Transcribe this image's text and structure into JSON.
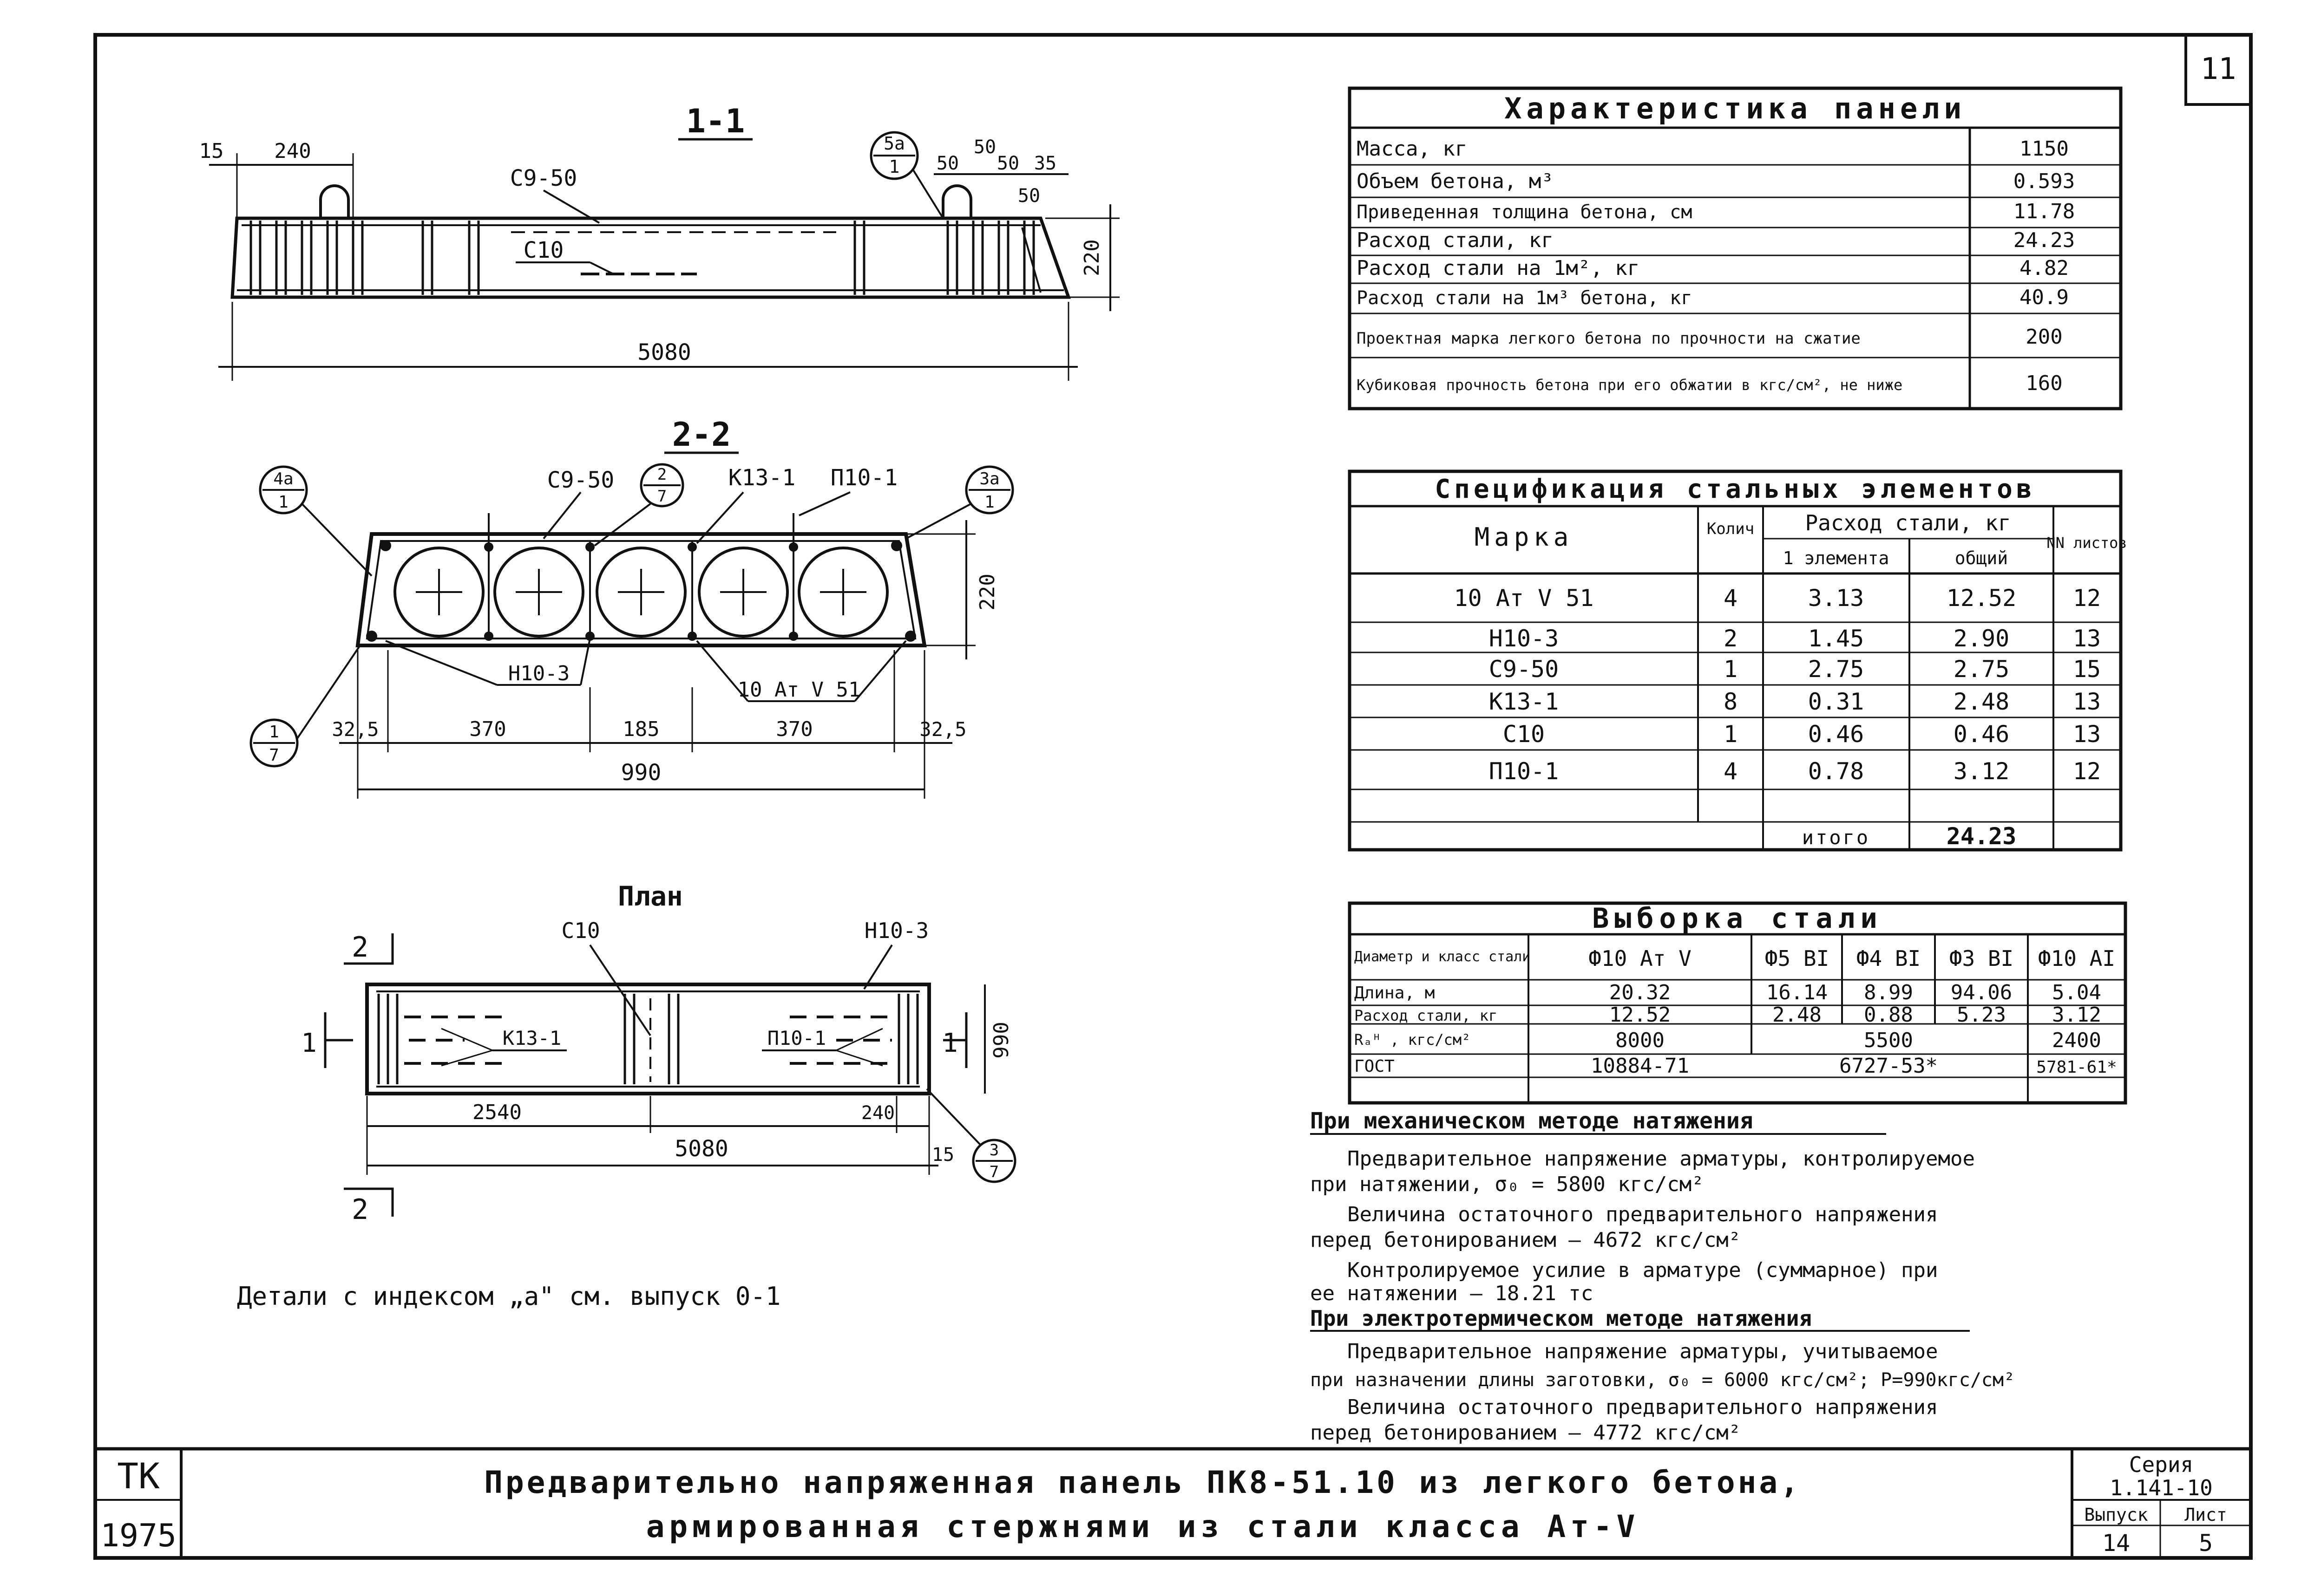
{
  "sheet_number": "11",
  "drawings": {
    "section_1": {
      "title": "1-1",
      "dims": {
        "d15": "15",
        "d240": "240",
        "d50a": "50",
        "d50b": "50",
        "d50c": "50",
        "d35": "35",
        "d50d": "50",
        "d220": "220",
        "d5080": "5080"
      },
      "callout": {
        "top": "5a",
        "bottom": "1"
      },
      "labels": {
        "c950": "С9-50",
        "c10": "С10"
      }
    },
    "section_2": {
      "title": "2-2",
      "labels": {
        "c950": "С9-50",
        "k131": "К13-1",
        "p101": "П10-1",
        "h103": "Н10-3",
        "rebar": "10 Ат V 51"
      },
      "callouts": {
        "c4a_top": "4а",
        "c4a_bot": "1",
        "c2_top": "2",
        "c2_bot": "7",
        "c3a_top": "3а",
        "c3a_bot": "1",
        "c1_top": "1",
        "c1_bot": "7"
      },
      "dims": {
        "d325a": "32,5",
        "d370a": "370",
        "d185": "185",
        "d370b": "370",
        "d325b": "32,5",
        "d990": "990",
        "d220": "220"
      }
    },
    "plan": {
      "title": "План",
      "labels": {
        "c10": "С10",
        "h103": "Н10-3",
        "k131": "К13-1",
        "p101": "П10-1"
      },
      "marks": {
        "cut2": "2",
        "cut1": "1"
      },
      "dims": {
        "d2540": "2540",
        "d240": "240",
        "d5080": "5080",
        "d15": "15",
        "d990": "990"
      },
      "callout": {
        "top": "3",
        "bottom": "7"
      }
    },
    "details_note": "Детали с индексом „а\" см. выпуск 0-1"
  },
  "characteristics": {
    "title": "Характеристика панели",
    "rows": [
      {
        "label": "Масса, кг",
        "value": "1150"
      },
      {
        "label": "Объем бетона, м³",
        "value": "0.593"
      },
      {
        "label": "Приведенная толщина бетона, см",
        "value": "11.78"
      },
      {
        "label": "Расход стали, кг",
        "value": "24.23"
      },
      {
        "label": "Расход стали на 1м², кг",
        "value": "4.82"
      },
      {
        "label": "Расход стали на 1м³ бетона, кг",
        "value": "40.9"
      },
      {
        "label": "Проектная марка легкого бетона по прочности на сжатие",
        "value": "200"
      },
      {
        "label": "Кубиковая прочность бетона при его обжатии в кгс/см², не ниже",
        "value": "160"
      }
    ]
  },
  "specification": {
    "title": "Спецификация стальных элементов",
    "headers": {
      "mark": "Марка",
      "qty": "Колич",
      "consumption": "Расход стали, кг",
      "per_element": "1 элемента",
      "total": "общий",
      "sheets": "NN листов"
    },
    "rows": [
      {
        "mark": "10 Ат V 51",
        "qty": "4",
        "per": "3.13",
        "total": "12.52",
        "sheet": "12"
      },
      {
        "mark": "Н10-3",
        "qty": "2",
        "per": "1.45",
        "total": "2.90",
        "sheet": "13"
      },
      {
        "mark": "С9-50",
        "qty": "1",
        "per": "2.75",
        "total": "2.75",
        "sheet": "15"
      },
      {
        "mark": "К13-1",
        "qty": "8",
        "per": "0.31",
        "total": "2.48",
        "sheet": "13"
      },
      {
        "mark": "С10",
        "qty": "1",
        "per": "0.46",
        "total": "0.46",
        "sheet": "13"
      },
      {
        "mark": "П10-1",
        "qty": "4",
        "per": "0.78",
        "total": "3.12",
        "sheet": "12"
      }
    ],
    "total_label": "итого",
    "total_value": "24.23"
  },
  "steel_selection": {
    "title": "Выборка стали",
    "header_label": "Диаметр и класс стали",
    "columns": [
      "Ф10 Ат V",
      "Ф5 ВI",
      "Ф4 ВI",
      "Ф3 ВI",
      "Ф10 АI"
    ],
    "rows": [
      {
        "label": "Длина, м",
        "values": [
          "20.32",
          "16.14",
          "8.99",
          "94.06",
          "5.04"
        ]
      },
      {
        "label": "Расход стали, кг",
        "values": [
          "12.52",
          "2.48",
          "0.88",
          "5.23",
          "3.12"
        ]
      }
    ],
    "rn_label": "Rₐᴴ , кгс/см²",
    "rn_values": [
      "8000",
      "5500",
      "2400"
    ],
    "gost_label": "ГОСТ",
    "gost_values": [
      "10884-71",
      "6727-53*",
      "5781-61*"
    ]
  },
  "notes": {
    "mech_title": "При механическом методе натяжения",
    "mech_1a": "Предварительное напряжение арматуры, контролируемое",
    "mech_1b": "при натяжении, σ₀ = 5800 кгс/см²",
    "mech_2a": "Величина остаточного предварительного напряжения",
    "mech_2b": "перед бетонированием — 4672 кгс/см²",
    "mech_3a": "Контролируемое усилие в арматуре (суммарное) при",
    "mech_3b": "ее натяжении — 18.21 тс",
    "el_title": "При электротермическом методе натяжения",
    "el_1a": "Предварительное напряжение арматуры, учитываемое",
    "el_1b": "при назначении длины заготовки, σ₀ = 6000 кгс/см²; P=990кгс/см²",
    "el_2a": "Величина остаточного предварительного напряжения",
    "el_2b": "перед бетонированием — 4772 кгс/см²"
  },
  "title_block": {
    "org": "ТК",
    "year": "1975",
    "title_1": "Предварительно напряженная панель ПК8-51.10 из легкого бетона,",
    "title_2": "армированная стержнями из стали класса Ат-V",
    "series_label": "Серия",
    "series": "1.141-10",
    "issue_label": "Выпуск",
    "sheet_label": "Лист",
    "issue": "14",
    "sheet": "5"
  }
}
